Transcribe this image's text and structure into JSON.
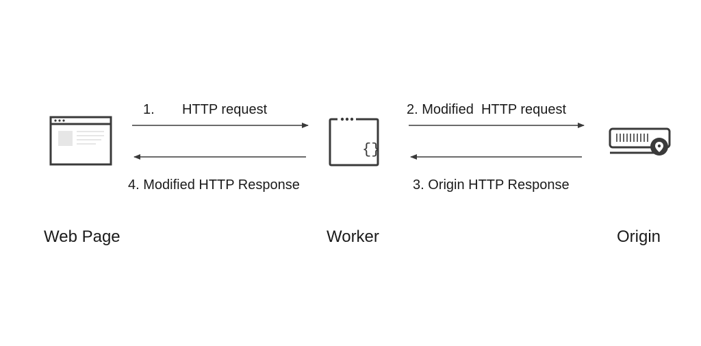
{
  "nodes": {
    "web_page": {
      "label": "Web Page",
      "icon": "browser-window-icon"
    },
    "worker": {
      "label": "Worker",
      "icon": "worker-code-icon"
    },
    "origin": {
      "label": "Origin",
      "icon": "server-location-icon"
    }
  },
  "edges": {
    "step1": {
      "number": "1.",
      "text": "HTTP request"
    },
    "step2": {
      "text": "2. Modified  HTTP request"
    },
    "step3": {
      "text": "3. Origin HTTP Response"
    },
    "step4": {
      "text": "4. Modified HTTP Response"
    }
  },
  "colors": {
    "ink": "#3a3a3a",
    "text": "#1a1a1a",
    "icon_fill_light": "#e6e6e6",
    "background": "#ffffff"
  }
}
